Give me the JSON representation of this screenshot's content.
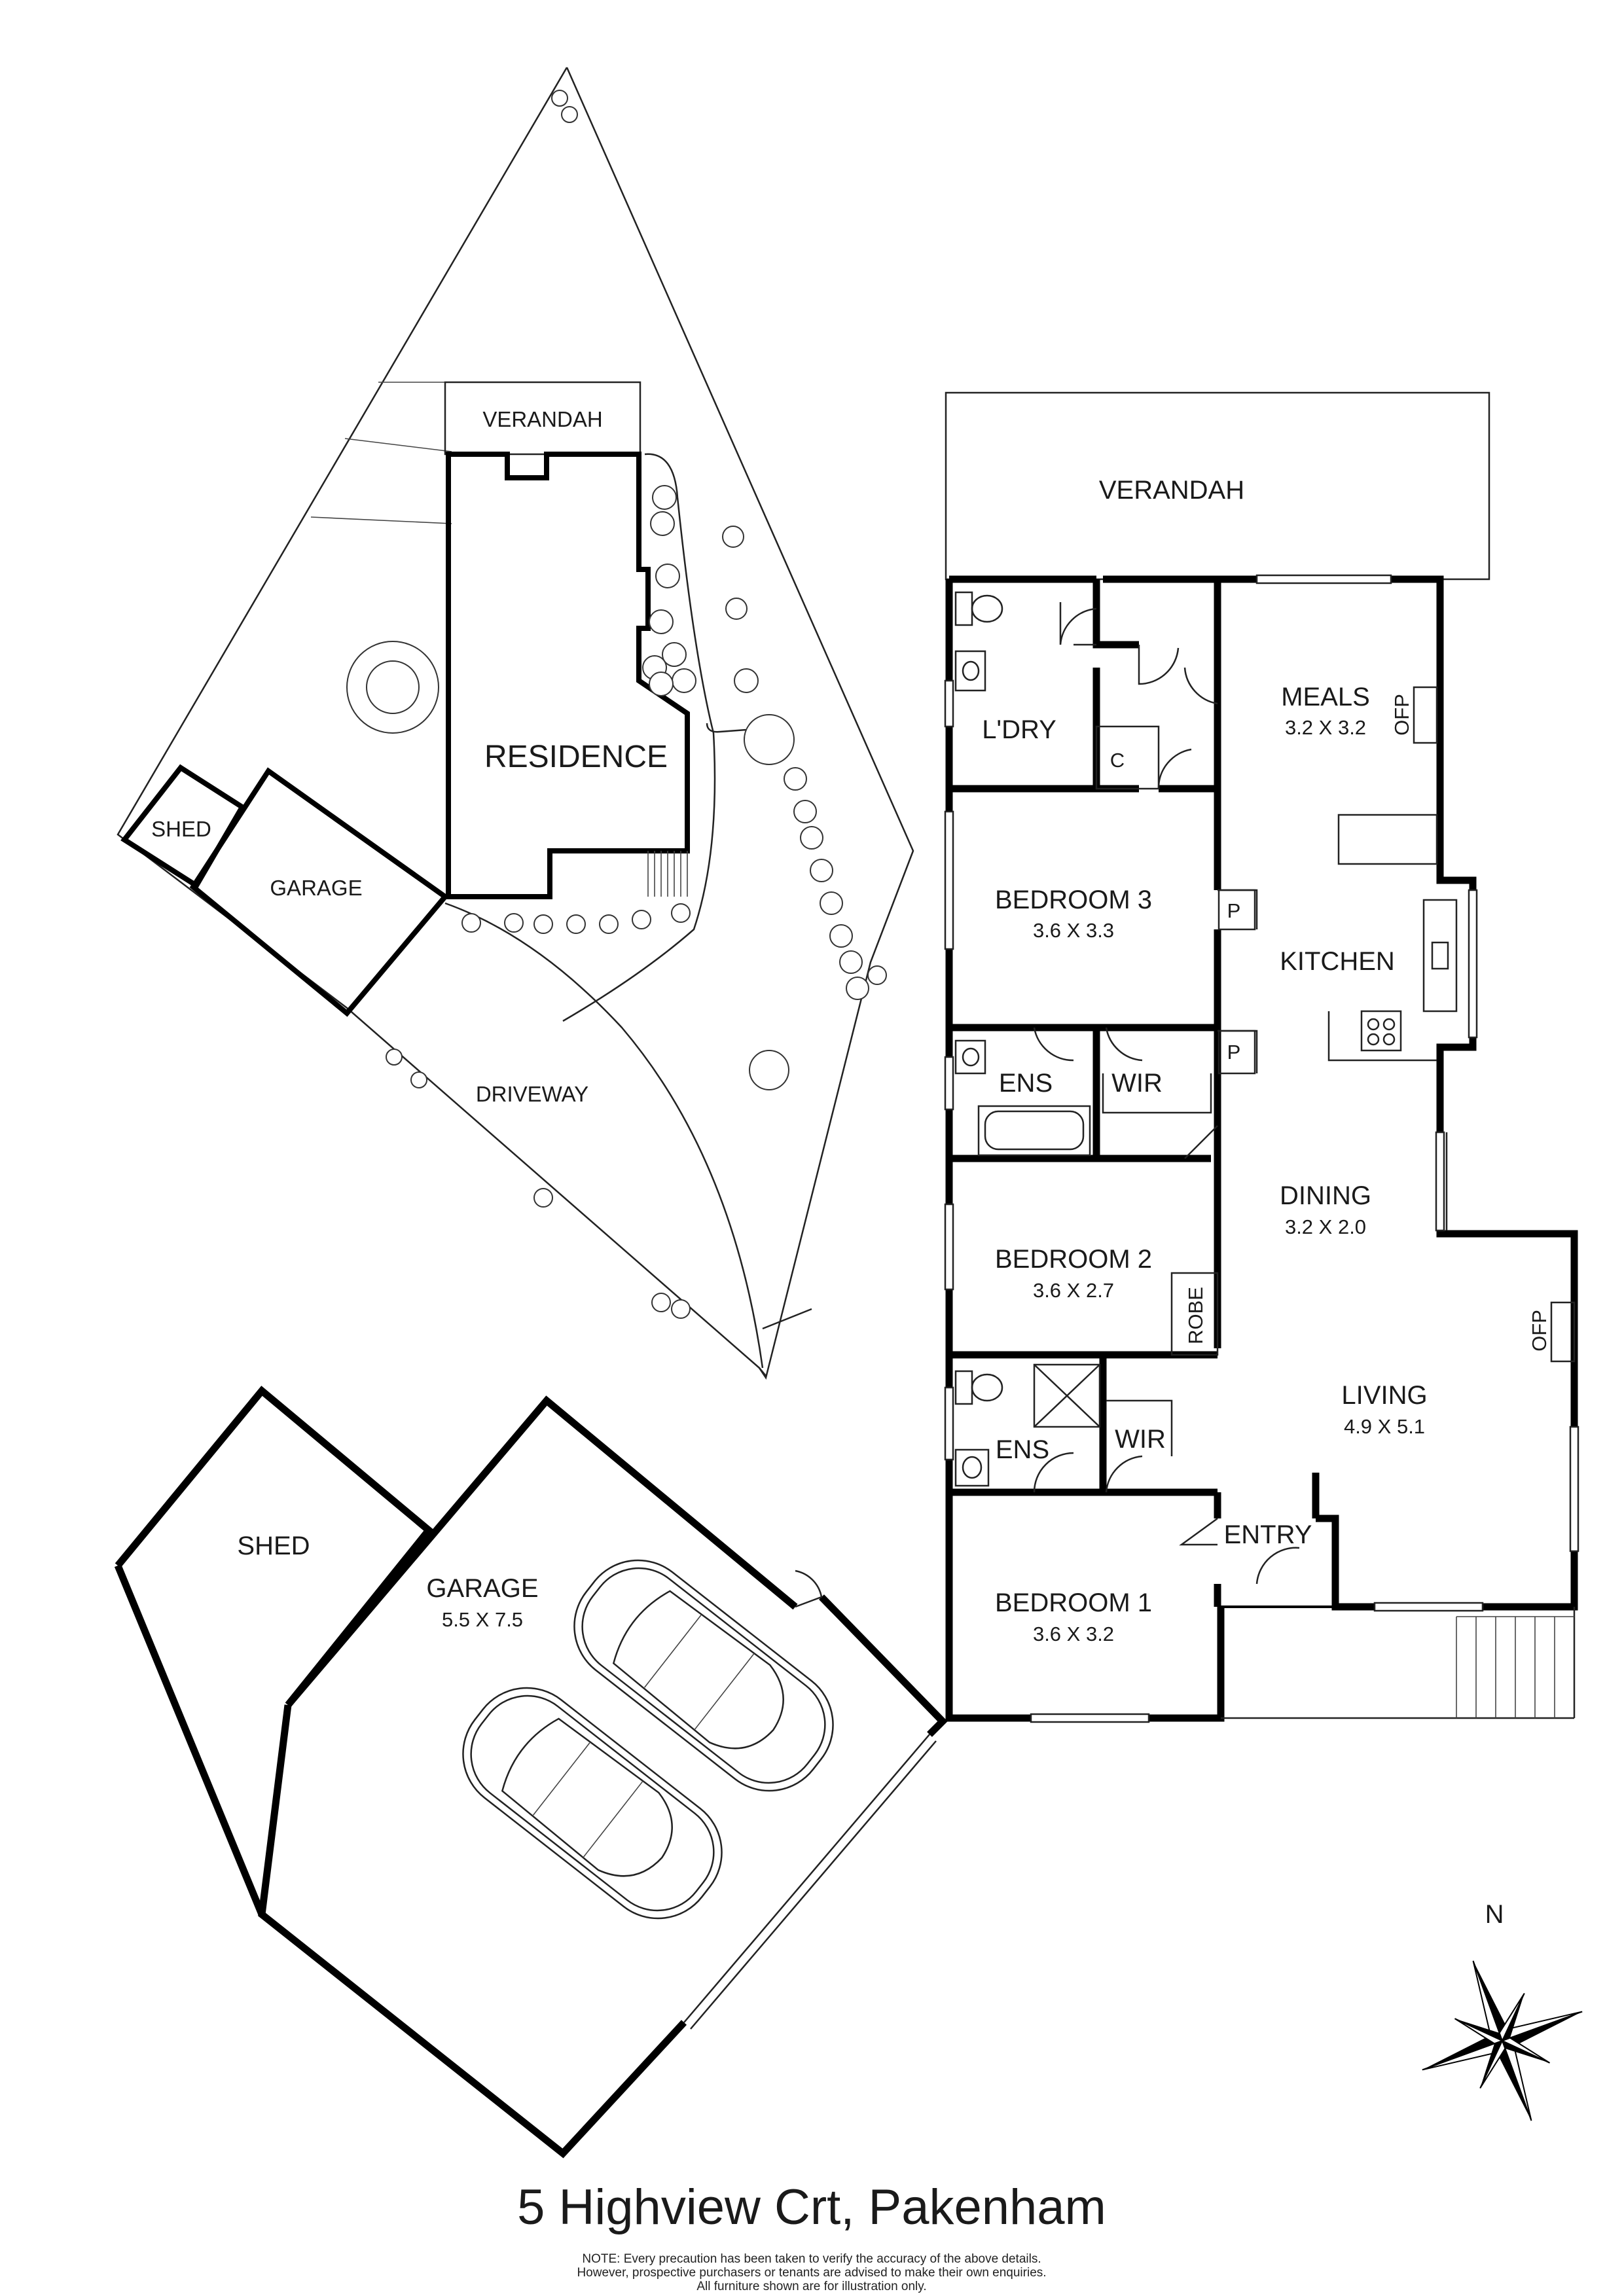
{
  "title": "5 Highview Crt, Pakenham",
  "note_lines": [
    "NOTE: Every precaution has been taken to verify the accuracy of the above details.",
    "However, prospective purchasers or tenants are advised to make their own enquiries.",
    "All furniture shown are for illustration only."
  ],
  "compass": {
    "label": "N"
  },
  "site_plan": {
    "verandah": "VERANDAH",
    "residence": "RESIDENCE",
    "shed": "SHED",
    "garage": "GARAGE",
    "driveway": "DRIVEWAY"
  },
  "floor_plan": {
    "verandah": {
      "name": "VERANDAH"
    },
    "meals": {
      "name": "MEALS",
      "dims": "3.2 X 3.2"
    },
    "ofp_meals": "OFP",
    "laundry": {
      "name": "L'DRY"
    },
    "cupboard": "C",
    "bedroom3": {
      "name": "BEDROOM 3",
      "dims": "3.6 X 3.3"
    },
    "pantry1": "P",
    "pantry2": "P",
    "kitchen": {
      "name": "KITCHEN"
    },
    "ens1": {
      "name": "ENS"
    },
    "wir1": {
      "name": "WIR"
    },
    "dining": {
      "name": "DINING",
      "dims": "3.2 X 2.0"
    },
    "bedroom2": {
      "name": "BEDROOM 2",
      "dims": "3.6 X 2.7"
    },
    "robe": "ROBE",
    "living": {
      "name": "LIVING",
      "dims": "4.9 X 5.1"
    },
    "ofp_living": "OFP",
    "ens2": {
      "name": "ENS"
    },
    "wir2": {
      "name": "WIR"
    },
    "entry": {
      "name": "ENTRY"
    },
    "bedroom1": {
      "name": "BEDROOM 1",
      "dims": "3.6 X 3.2"
    },
    "shed": {
      "name": "SHED"
    },
    "garage": {
      "name": "GARAGE",
      "dims": "5.5 X 7.5"
    }
  }
}
